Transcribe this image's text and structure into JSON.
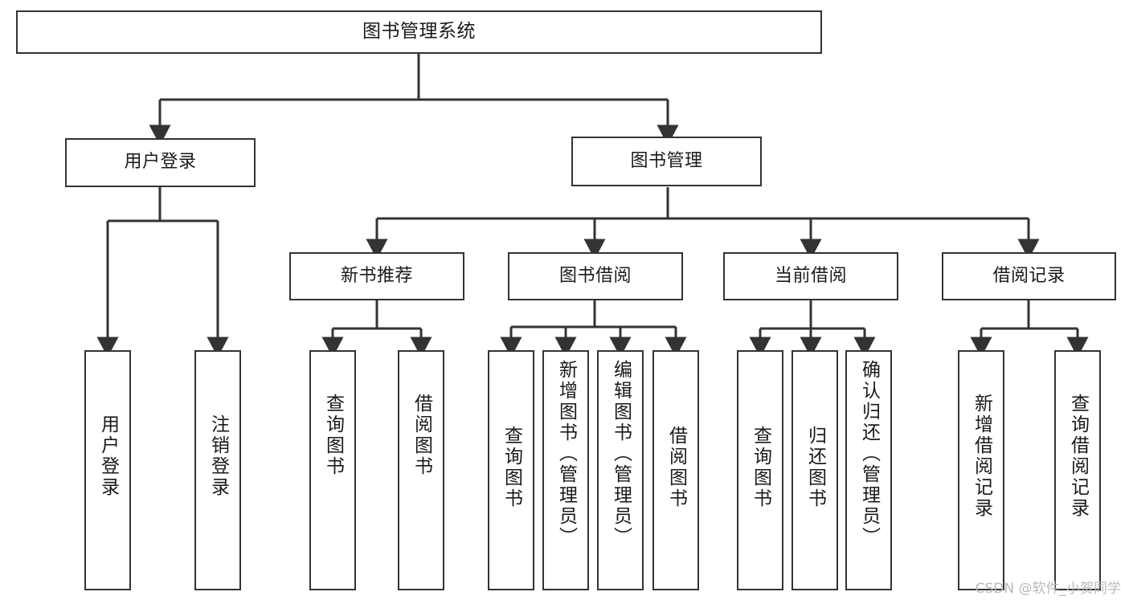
{
  "diagram": {
    "title": "图书管理系统",
    "watermark": "CSDN @软件_小贺同学",
    "line_color": "#333333",
    "box_fill": "#ffffff",
    "text_color": "#1a1a1a",
    "nodes": {
      "root": {
        "label": "图书管理系统"
      },
      "level2": [
        {
          "label": "用户登录"
        },
        {
          "label": "图书管理"
        }
      ],
      "level3": [
        {
          "label": "新书推荐"
        },
        {
          "label": "图书借阅"
        },
        {
          "label": "当前借阅"
        },
        {
          "label": "借阅记录"
        }
      ],
      "leaves": {
        "user_login": [
          {
            "label": "用户登录"
          },
          {
            "label": "注销登录"
          }
        ],
        "new_book": [
          {
            "label": "查询图书"
          },
          {
            "label": "借阅图书"
          }
        ],
        "book_borrow": [
          {
            "label": "查询图书"
          },
          {
            "label": "新增图书（管理员）"
          },
          {
            "label": "编辑图书（管理员）"
          },
          {
            "label": "借阅图书"
          }
        ],
        "current_borrow": [
          {
            "label": "查询图书"
          },
          {
            "label": "归还图书"
          },
          {
            "label": "确认归还（管理员）"
          }
        ],
        "borrow_record": [
          {
            "label": "新增借阅记录"
          },
          {
            "label": "查询借阅记录"
          }
        ]
      }
    }
  }
}
